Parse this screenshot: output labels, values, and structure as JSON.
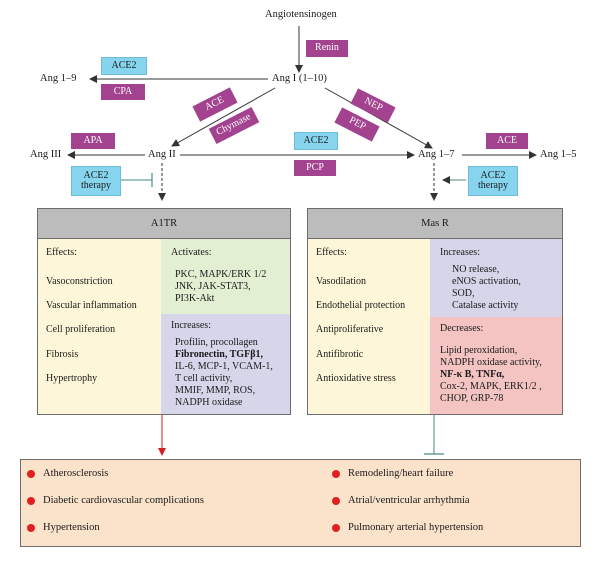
{
  "top": {
    "angiotensinogen": "Angiotensinogen",
    "renin": "Renin",
    "ang_i": "Ang I (1–10)"
  },
  "left": {
    "ang_1_9": "Ang 1–9",
    "ace2": "ACE2",
    "cpa": "CPA",
    "ace": "ACE",
    "chymase": "Chymase",
    "apa": "APA",
    "ang_iii": "Ang III",
    "ang_ii": "Ang II",
    "ace2_therapy": "ACE2 therapy"
  },
  "right": {
    "nep": "NEP",
    "pep": "PEP",
    "ace2": "ACE2",
    "pcp": "PCP",
    "ang_1_7": "Ang 1–7",
    "ace": "ACE",
    "ang_1_5": "Ang 1–5",
    "ace2_therapy": "ACE2 therapy"
  },
  "at1r": {
    "title": "A1TR",
    "effects_title": "Effects:",
    "effects": [
      "Vasoconstriction",
      "Vascular inflammation",
      "Cell proliferation",
      "Fibrosis",
      "Hypertrophy"
    ],
    "activates_title": "Activates:",
    "activates": [
      "PKC, MAPK/ERK 1/2",
      "JNK, JAK-STAT3,",
      "PI3K-Akt"
    ],
    "increases_title": "Increases:",
    "increases_1": "Profilin, procollagen",
    "increases_2": "Fibronectin, TGFβ1,",
    "increases_3": "IL-6, MCP-1, VCAM-1,",
    "increases_4": "T cell activity,",
    "increases_5": "MMIF, MMP, ROS,",
    "increases_6": "NADPH oxidase"
  },
  "masr": {
    "title": "Mas R",
    "effects_title": "Effects:",
    "effects": [
      "Vasodilation",
      "Endothelial protection",
      "Antiproliferative",
      "Antifibrotic",
      "Antioxidative stress"
    ],
    "increases_title": "Increases:",
    "increases": [
      "NO release,",
      "eNOS activation,",
      "SOD,",
      "Catalase activity"
    ],
    "decreases_title": "Decreases:",
    "decreases_1": "Lipid peroxidation,",
    "decreases_2": "NADPH oxidase activity,",
    "decreases_3": "NF-κ B, TNFα,",
    "decreases_4": "Cox-2, MAPK, ERK1/2 ,",
    "decreases_5": "CHOP, GRP-78"
  },
  "outcomes": {
    "left": [
      "Atherosclerosis",
      "Diabetic cardiovascular complications",
      "Hypertension"
    ],
    "right": [
      "Remodeling/heart failure",
      "Atrial/ventricular arrhythmia",
      "Pulmonary arterial hypertension"
    ]
  },
  "colors": {
    "purple_tag": "#a3428e",
    "cyan_tag": "#87d4ee",
    "header_gray": "#bcbcbc",
    "effects_yellow": "#fdf6d8",
    "activates_green": "#e3efd2",
    "increases_lavender": "#d6d5ea",
    "decreases_pink": "#f4c4c3",
    "outcome_orange": "#fbe3cb",
    "bullet_red": "#e02020",
    "inhibit_teal": "#4a8a82"
  }
}
